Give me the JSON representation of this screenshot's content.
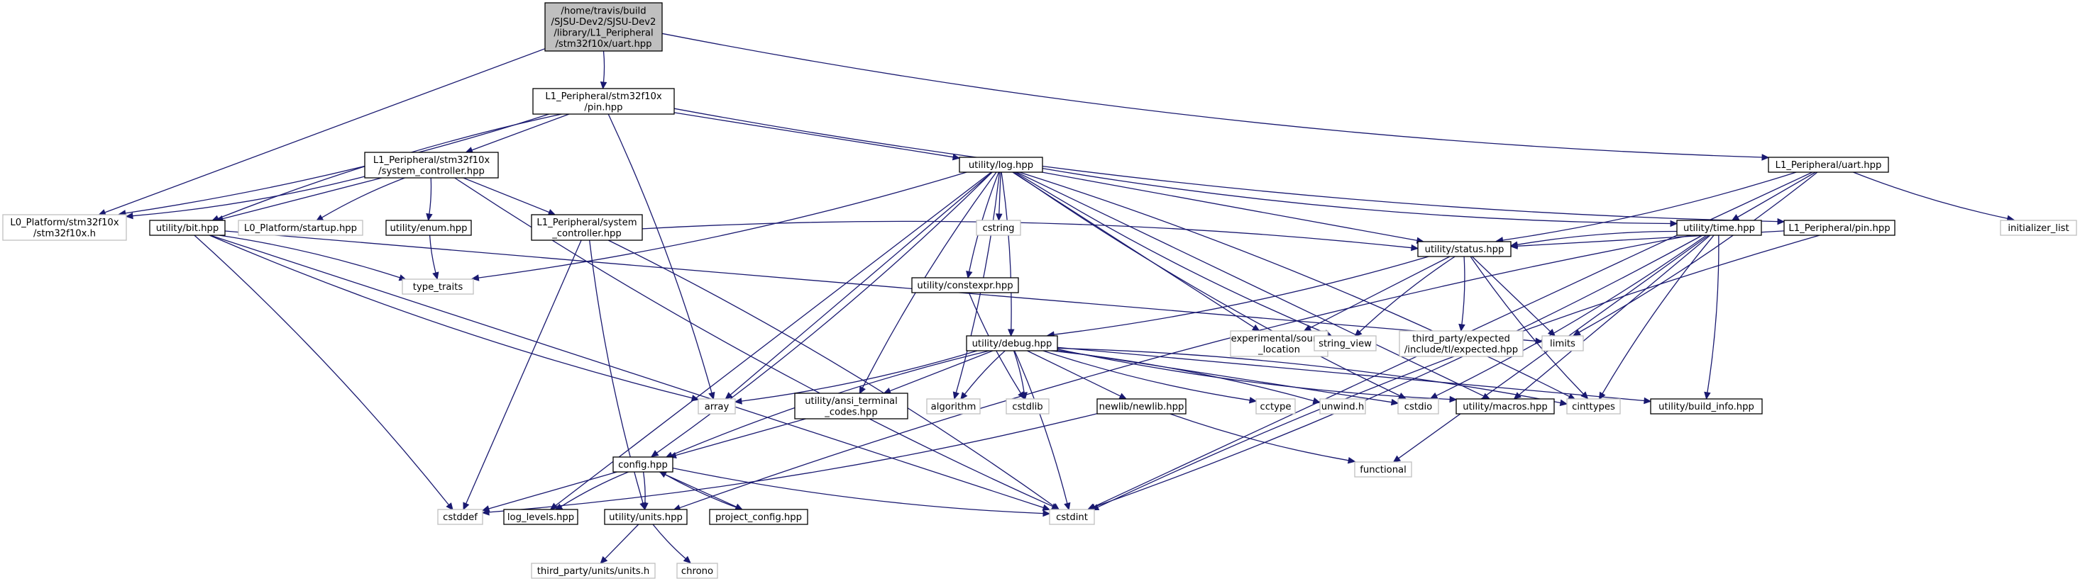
{
  "colors": {
    "edge": "#191970",
    "root_fill": "#bfbfbf",
    "node_border": "#000000",
    "external_border": "#bfbfbf",
    "background": "#ffffff"
  },
  "nodes": {
    "root": {
      "lines": [
        "/home/travis/build",
        "/SJSU-Dev2/SJSU-Dev2",
        "/library/L1_Peripheral",
        "/stm32f10x/uart.hpp"
      ],
      "kind": "root"
    },
    "pin_stm": {
      "lines": [
        "L1_Peripheral/stm32f10x",
        "/pin.hpp"
      ],
      "kind": "internal"
    },
    "stm32f10x_h": {
      "lines": [
        "L0_Platform/stm32f10x",
        "/stm32f10x.h"
      ],
      "kind": "external"
    },
    "sysctl_stm": {
      "lines": [
        "L1_Peripheral/stm32f10x",
        "/system_controller.hpp"
      ],
      "kind": "internal"
    },
    "bit": {
      "lines": [
        "utility/bit.hpp"
      ],
      "kind": "internal"
    },
    "startup": {
      "lines": [
        "L0_Platform/startup.hpp"
      ],
      "kind": "external"
    },
    "enum": {
      "lines": [
        "utility/enum.hpp"
      ],
      "kind": "internal"
    },
    "sysctl": {
      "lines": [
        "L1_Peripheral/system",
        "_controller.hpp"
      ],
      "kind": "internal"
    },
    "type_traits": {
      "lines": [
        "type_traits"
      ],
      "kind": "external"
    },
    "log": {
      "lines": [
        "utility/log.hpp"
      ],
      "kind": "internal"
    },
    "cstring": {
      "lines": [
        "cstring"
      ],
      "kind": "external"
    },
    "constexpr": {
      "lines": [
        "utility/constexpr.hpp"
      ],
      "kind": "internal"
    },
    "uart_per": {
      "lines": [
        "L1_Peripheral/uart.hpp"
      ],
      "kind": "internal"
    },
    "initializer_list": {
      "lines": [
        "initializer_list"
      ],
      "kind": "external"
    },
    "time": {
      "lines": [
        "utility/time.hpp"
      ],
      "kind": "internal"
    },
    "pin_per": {
      "lines": [
        "L1_Peripheral/pin.hpp"
      ],
      "kind": "internal"
    },
    "status": {
      "lines": [
        "utility/status.hpp"
      ],
      "kind": "internal"
    },
    "exp_source": {
      "lines": [
        "experimental/source",
        "_location"
      ],
      "kind": "external"
    },
    "string_view": {
      "lines": [
        "string_view"
      ],
      "kind": "external"
    },
    "expected": {
      "lines": [
        "third_party/expected",
        "/include/tl/expected.hpp"
      ],
      "kind": "external"
    },
    "limits": {
      "lines": [
        "limits"
      ],
      "kind": "external"
    },
    "debug": {
      "lines": [
        "utility/debug.hpp"
      ],
      "kind": "internal"
    },
    "array": {
      "lines": [
        "array"
      ],
      "kind": "external"
    },
    "ansi": {
      "lines": [
        "utility/ansi_terminal",
        "_codes.hpp"
      ],
      "kind": "internal"
    },
    "algorithm": {
      "lines": [
        "algorithm"
      ],
      "kind": "external"
    },
    "cstdlib": {
      "lines": [
        "cstdlib"
      ],
      "kind": "external"
    },
    "newlib": {
      "lines": [
        "newlib/newlib.hpp"
      ],
      "kind": "internal"
    },
    "cctype": {
      "lines": [
        "cctype"
      ],
      "kind": "external"
    },
    "unwind": {
      "lines": [
        "unwind.h"
      ],
      "kind": "external"
    },
    "cstdio": {
      "lines": [
        "cstdio"
      ],
      "kind": "external"
    },
    "macros": {
      "lines": [
        "utility/macros.hpp"
      ],
      "kind": "internal"
    },
    "cinttypes": {
      "lines": [
        "cinttypes"
      ],
      "kind": "external"
    },
    "build_info": {
      "lines": [
        "utility/build_info.hpp"
      ],
      "kind": "internal"
    },
    "functional": {
      "lines": [
        "functional"
      ],
      "kind": "external"
    },
    "config": {
      "lines": [
        "config.hpp"
      ],
      "kind": "internal"
    },
    "cstddef": {
      "lines": [
        "cstddef"
      ],
      "kind": "external"
    },
    "log_levels": {
      "lines": [
        "log_levels.hpp"
      ],
      "kind": "internal"
    },
    "units": {
      "lines": [
        "utility/units.hpp"
      ],
      "kind": "internal"
    },
    "project_config": {
      "lines": [
        "project_config.hpp"
      ],
      "kind": "internal"
    },
    "cstdint": {
      "lines": [
        "cstdint"
      ],
      "kind": "external"
    },
    "units_h": {
      "lines": [
        "third_party/units/units.h"
      ],
      "kind": "external"
    },
    "chrono": {
      "lines": [
        "chrono"
      ],
      "kind": "external"
    }
  },
  "edges": [
    [
      "root",
      "pin_stm"
    ],
    [
      "root",
      "stm32f10x_h"
    ],
    [
      "root",
      "uart_per"
    ],
    [
      "pin_stm",
      "stm32f10x_h"
    ],
    [
      "pin_stm",
      "sysctl_stm"
    ],
    [
      "pin_stm",
      "bit"
    ],
    [
      "pin_stm",
      "array"
    ],
    [
      "pin_stm",
      "log"
    ],
    [
      "pin_stm",
      "pin_per"
    ],
    [
      "sysctl_stm",
      "stm32f10x_h"
    ],
    [
      "sysctl_stm",
      "bit"
    ],
    [
      "sysctl_stm",
      "startup"
    ],
    [
      "sysctl_stm",
      "enum"
    ],
    [
      "sysctl_stm",
      "sysctl"
    ],
    [
      "sysctl_stm",
      "cstdint"
    ],
    [
      "bit",
      "type_traits"
    ],
    [
      "bit",
      "limits"
    ],
    [
      "bit",
      "array"
    ],
    [
      "bit",
      "cstddef"
    ],
    [
      "bit",
      "cstdint"
    ],
    [
      "enum",
      "type_traits"
    ],
    [
      "sysctl",
      "status"
    ],
    [
      "sysctl",
      "cstddef"
    ],
    [
      "sysctl",
      "units"
    ],
    [
      "sysctl",
      "cstdint"
    ],
    [
      "log",
      "cstring"
    ],
    [
      "log",
      "constexpr"
    ],
    [
      "log",
      "debug"
    ],
    [
      "log",
      "status"
    ],
    [
      "log",
      "time"
    ],
    [
      "log",
      "type_traits"
    ],
    [
      "log",
      "array"
    ],
    [
      "log",
      "ansi"
    ],
    [
      "log",
      "algorithm"
    ],
    [
      "log",
      "exp_source"
    ],
    [
      "log",
      "string_view"
    ],
    [
      "log",
      "config"
    ],
    [
      "log",
      "log_levels"
    ],
    [
      "log",
      "cstdio"
    ],
    [
      "log",
      "cinttypes"
    ],
    [
      "log",
      "macros"
    ],
    [
      "constexpr",
      "cstdlib"
    ],
    [
      "uart_per",
      "status"
    ],
    [
      "uart_per",
      "time"
    ],
    [
      "uart_per",
      "initializer_list"
    ],
    [
      "uart_per",
      "limits"
    ],
    [
      "uart_per",
      "cstdint"
    ],
    [
      "time",
      "status"
    ],
    [
      "time",
      "cstdio"
    ],
    [
      "time",
      "macros"
    ],
    [
      "time",
      "cinttypes"
    ],
    [
      "time",
      "build_info"
    ],
    [
      "time",
      "functional"
    ],
    [
      "time",
      "units"
    ],
    [
      "time",
      "cstdint"
    ],
    [
      "pin_per",
      "status"
    ],
    [
      "pin_per",
      "cstdint"
    ],
    [
      "status",
      "debug"
    ],
    [
      "status",
      "exp_source"
    ],
    [
      "status",
      "string_view"
    ],
    [
      "status",
      "expected"
    ],
    [
      "status",
      "limits"
    ],
    [
      "status",
      "cinttypes"
    ],
    [
      "debug",
      "array"
    ],
    [
      "debug",
      "ansi"
    ],
    [
      "debug",
      "algorithm"
    ],
    [
      "debug",
      "cstdlib"
    ],
    [
      "debug",
      "newlib"
    ],
    [
      "debug",
      "cctype"
    ],
    [
      "debug",
      "unwind"
    ],
    [
      "debug",
      "cstdio"
    ],
    [
      "debug",
      "macros"
    ],
    [
      "debug",
      "cinttypes"
    ],
    [
      "debug",
      "build_info"
    ],
    [
      "debug",
      "config"
    ],
    [
      "debug",
      "cstdint"
    ],
    [
      "ansi",
      "config"
    ],
    [
      "newlib",
      "functional"
    ],
    [
      "newlib",
      "cstddef"
    ],
    [
      "config",
      "cstddef"
    ],
    [
      "config",
      "log_levels"
    ],
    [
      "config",
      "units"
    ],
    [
      "config",
      "project_config"
    ],
    [
      "config",
      "cstdint"
    ],
    [
      "project_config",
      "config"
    ],
    [
      "units",
      "units_h"
    ],
    [
      "units",
      "chrono"
    ]
  ]
}
